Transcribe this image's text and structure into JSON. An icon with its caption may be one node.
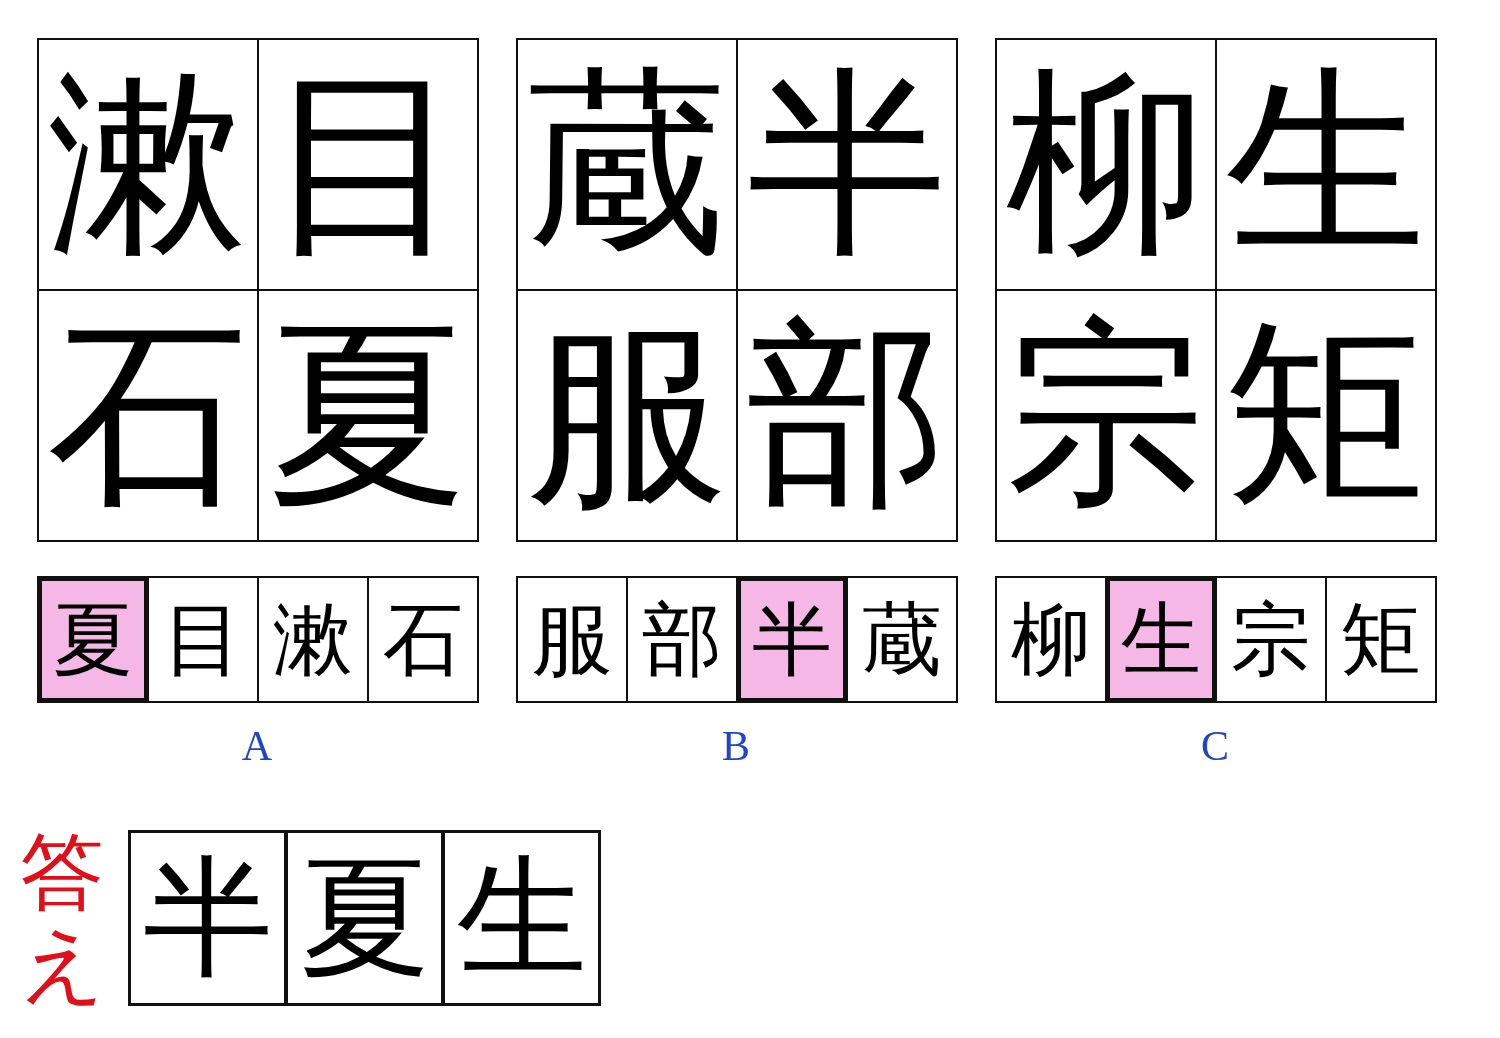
{
  "diagram": {
    "labels": [
      "漱",
      "目",
      "石",
      "夏",
      "蔵",
      "半",
      "服",
      "部",
      "柳",
      "生",
      "宗",
      "矩",
      "夏",
      "目",
      "漱",
      "石",
      "服",
      "部",
      "半",
      "蔵",
      "柳",
      "生",
      "宗",
      "矩",
      "A",
      "B",
      "C",
      "答え",
      "半",
      "夏",
      "生"
    ]
  }
}
